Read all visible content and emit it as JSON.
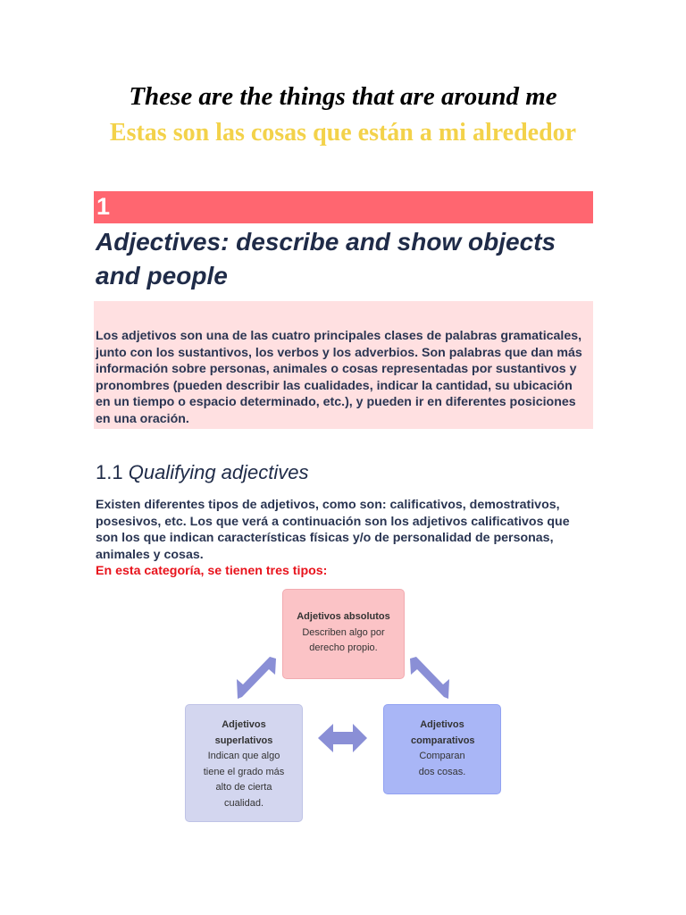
{
  "header": {
    "title_en": "These are the things that are around me",
    "title_es": "Estas son las cosas que están a mi alrededor"
  },
  "section1": {
    "number": "1",
    "heading": "Adjectives: describe and show objects and people",
    "intro": "Los adjetivos son una de las cuatro principales clases de palabras gramaticales, junto con los sustantivos, los verbos y los adverbios. Son palabras que dan más información sobre personas, animales o cosas representadas por sustantivos y pronombres (pueden describir las cualidades, indicar la cantidad, su ubicación en un tiempo o espacio determinado, etc.), y pueden ir en diferentes posiciones en una oración."
  },
  "subsection": {
    "number": "1.1",
    "title": "Qualifying adjectives",
    "body": "Existen diferentes tipos de adjetivos, como son: calificativos, demostrativos, posesivos, etc. Los que verá a continuación son los adjetivos calificativos que son los que indican características físicas y/o de personalidad de personas, animales y cosas.",
    "highlight": "En esta categoría, se tienen tres tipos:"
  },
  "diagram": {
    "absolutos": {
      "title": "Adjetivos absolutos",
      "desc": "Describen algo por derecho propio."
    },
    "superlativos": {
      "title": "Adjetivos superlativos",
      "desc": "Indican que algo tiene el grado más alto de cierta cualidad."
    },
    "comparativos": {
      "title": "Adjetivos comparativos",
      "desc": "Comparan dos cosas."
    },
    "arrow_color": "#8a8fd6"
  }
}
